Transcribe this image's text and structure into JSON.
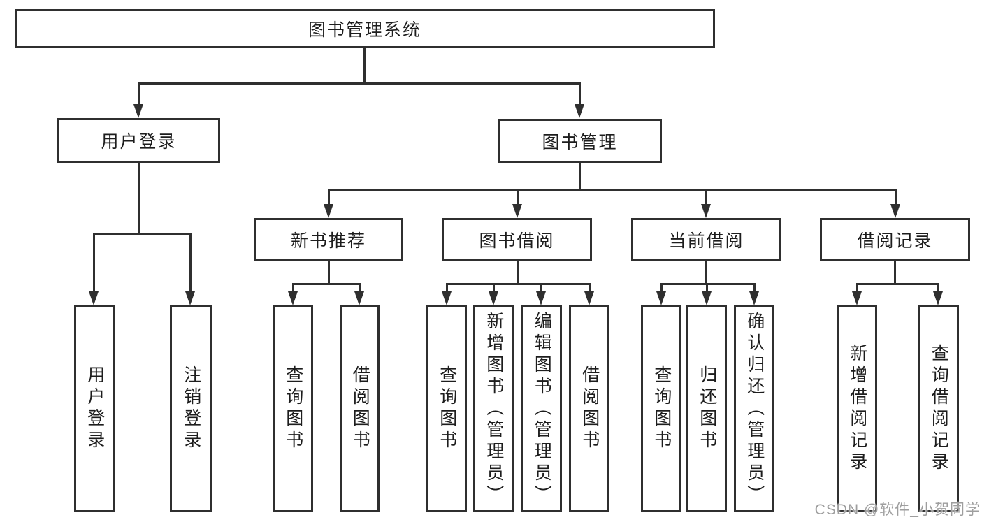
{
  "colors": {
    "line": "#2f2f2f",
    "text": "#1d1d1d",
    "watermark": "#9e9e9e",
    "background": "#ffffff"
  },
  "root": {
    "label": "图书管理系统"
  },
  "level2": {
    "user_login": {
      "label": "用户登录"
    },
    "book_mgmt": {
      "label": "图书管理"
    }
  },
  "level3": {
    "new_books": {
      "label": "新书推荐"
    },
    "borrowing": {
      "label": "图书借阅"
    },
    "current": {
      "label": "当前借阅"
    },
    "records": {
      "label": "借阅记录"
    }
  },
  "leaves": {
    "user_login": [
      {
        "label": "用户登录"
      },
      {
        "label": "注销登录"
      }
    ],
    "new_books": [
      {
        "label": "查询图书"
      },
      {
        "label": "借阅图书"
      }
    ],
    "borrowing": [
      {
        "label": "查询图书"
      },
      {
        "label": "新增图书（管理员）"
      },
      {
        "label": "编辑图书（管理员）"
      },
      {
        "label": "借阅图书"
      }
    ],
    "current": [
      {
        "label": "查询图书"
      },
      {
        "label": "归还图书"
      },
      {
        "label": "确认归还（管理员）"
      }
    ],
    "records": [
      {
        "label": "新增借阅记录"
      },
      {
        "label": "查询借阅记录"
      }
    ]
  },
  "watermark": {
    "label": "CSDN @软件_小贺同学"
  }
}
